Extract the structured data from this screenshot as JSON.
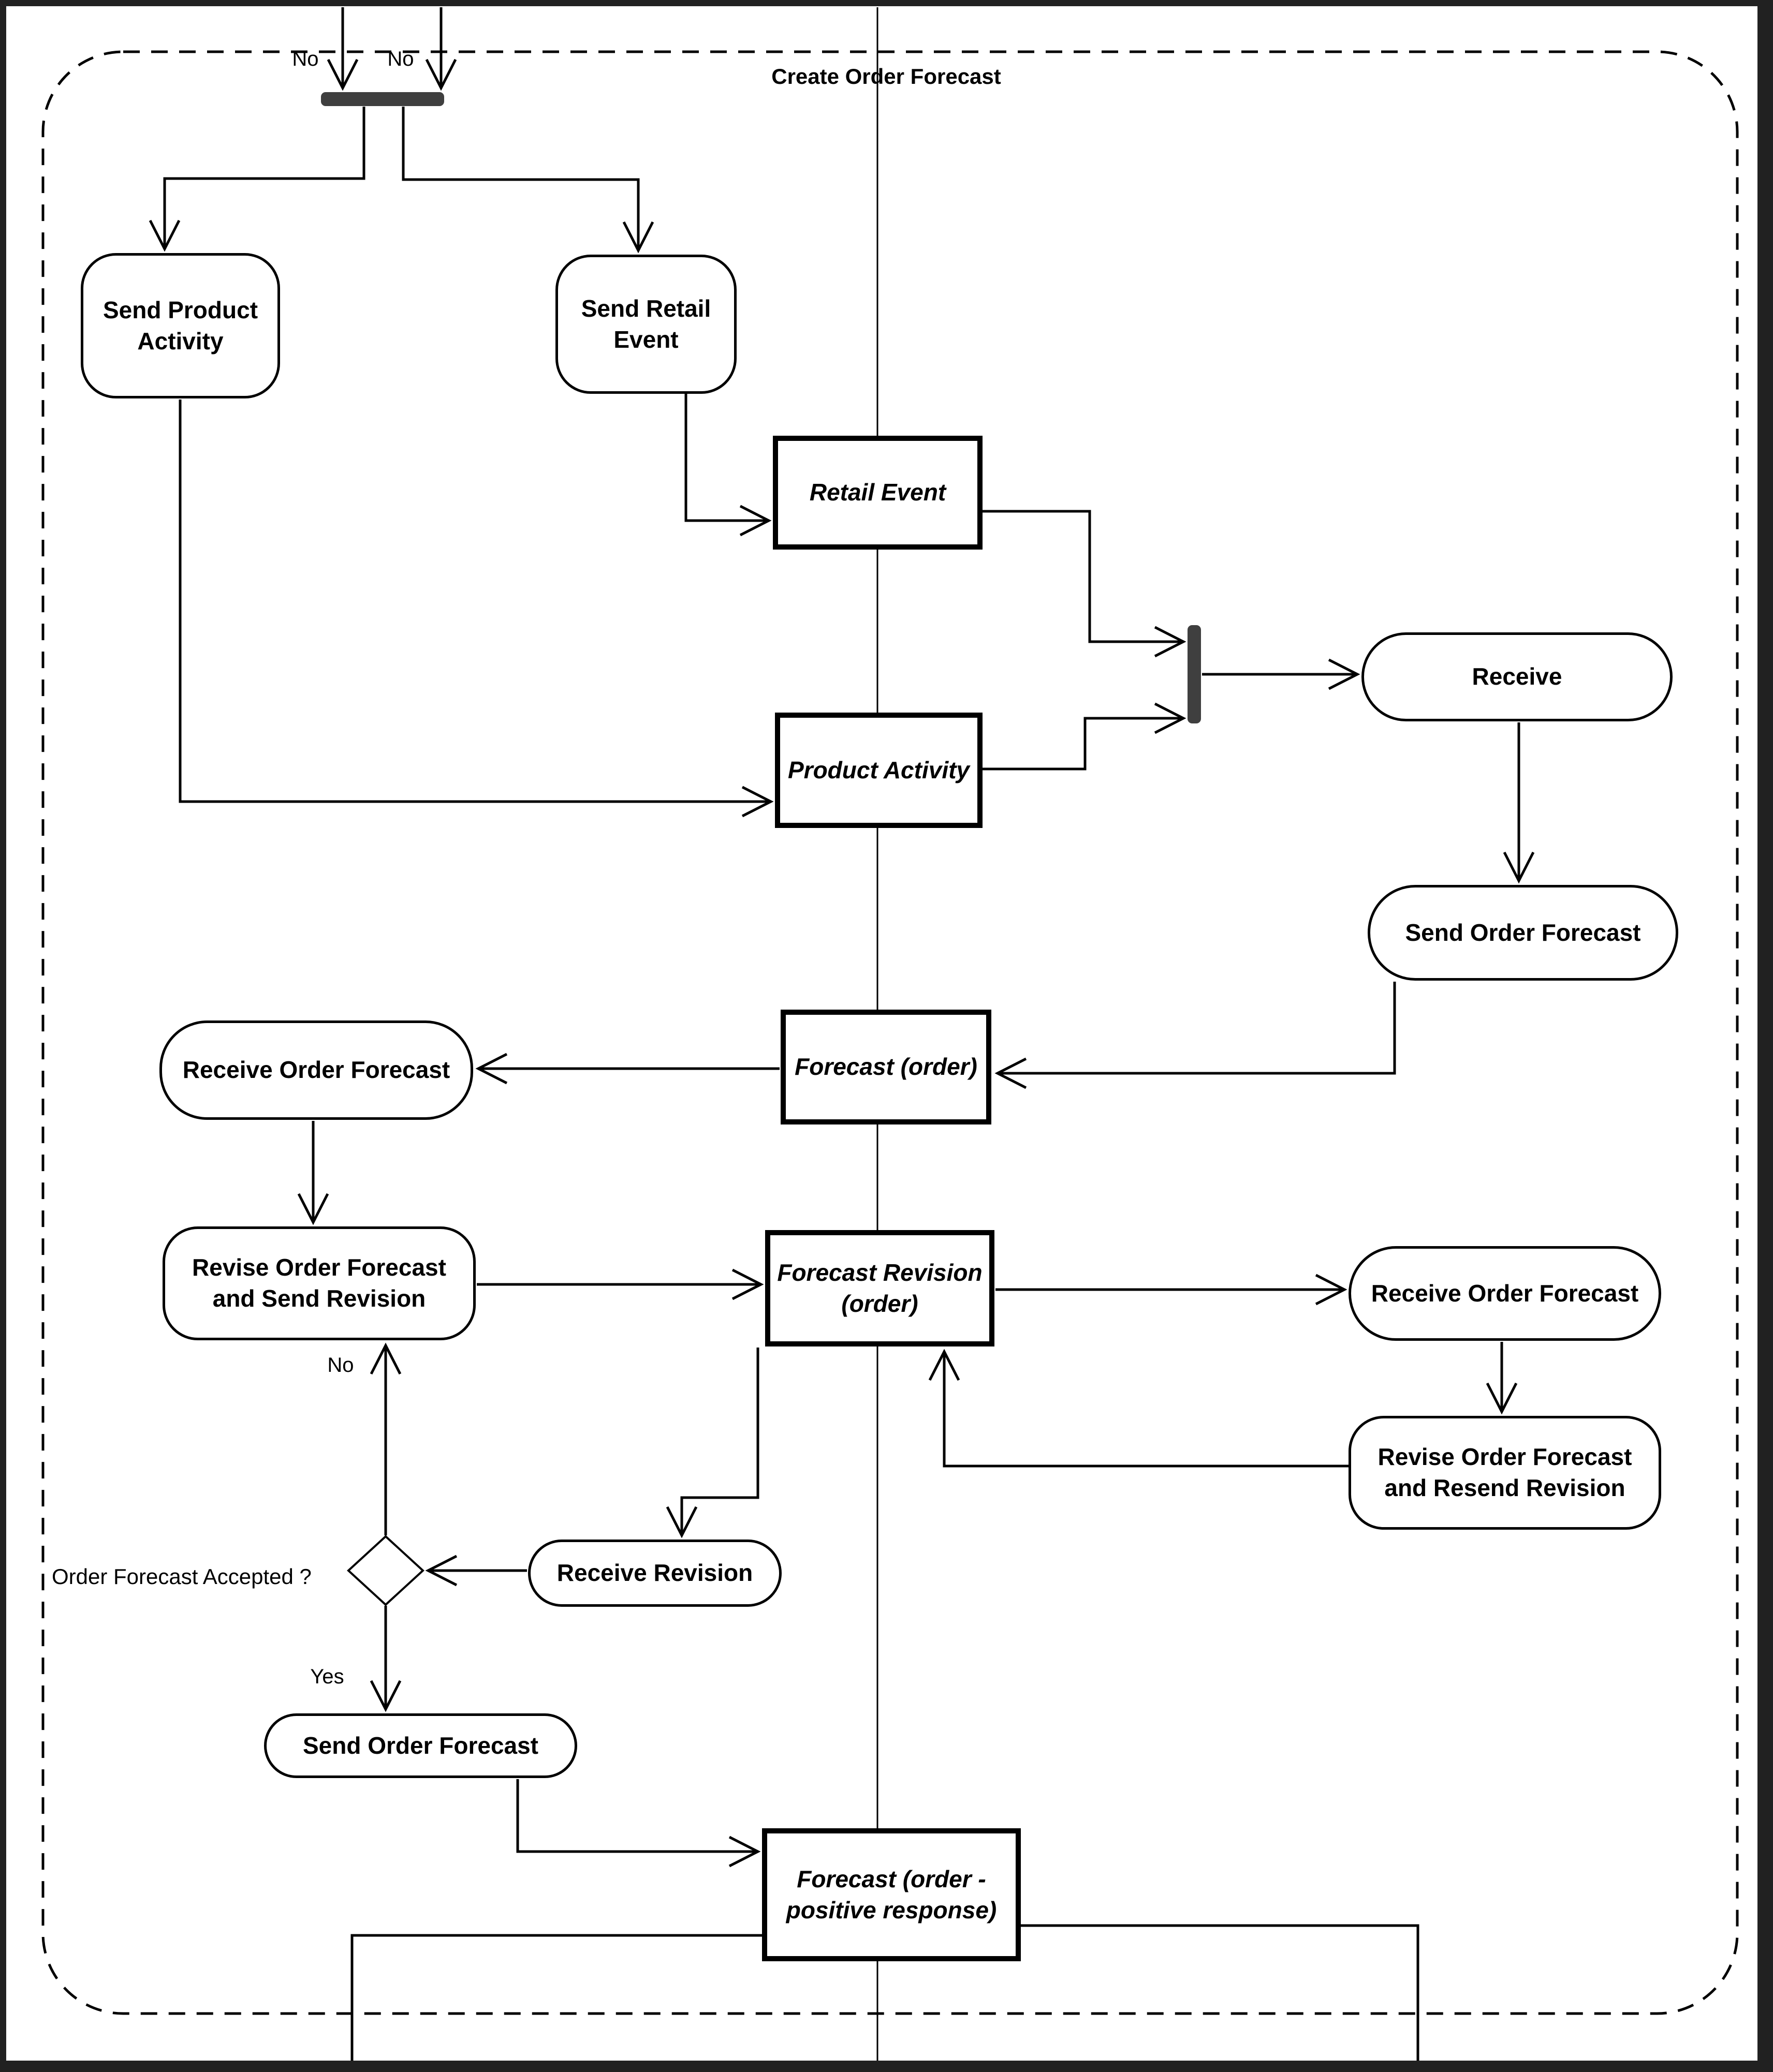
{
  "title": "Create Order Forecast",
  "colors": {
    "bar_fill": "#3f3f3f",
    "line": "#000000",
    "background": "#ffffff"
  },
  "nodes": {
    "send_product_activity": {
      "label": "Send Product\nActivity",
      "type": "activity"
    },
    "send_retail_event": {
      "label": "Send Retail\nEvent",
      "type": "activity"
    },
    "retail_event": {
      "label": "Retail Event",
      "type": "object"
    },
    "product_activity": {
      "label": "Product Activity",
      "type": "object"
    },
    "receive": {
      "label": "Receive",
      "type": "activity"
    },
    "send_order_forecast_right": {
      "label": "Send Order Forecast",
      "type": "activity"
    },
    "forecast_order": {
      "label": "Forecast (order)",
      "type": "object"
    },
    "receive_order_forecast_left": {
      "label": "Receive Order Forecast",
      "type": "activity"
    },
    "revise_send": {
      "label": "Revise Order Forecast\nand Send Revision",
      "type": "activity"
    },
    "forecast_revision": {
      "label": "Forecast Revision\n(order)",
      "type": "object"
    },
    "receive_order_forecast_right": {
      "label": "Receive Order Forecast",
      "type": "activity"
    },
    "revise_resend": {
      "label": "Revise Order Forecast\nand Resend Revision",
      "type": "activity"
    },
    "receive_revision": {
      "label": "Receive Revision",
      "type": "activity"
    },
    "send_order_forecast_bottom": {
      "label": "Send Order Forecast",
      "type": "activity"
    },
    "forecast_positive": {
      "label": "Forecast (order -\npositive response)",
      "type": "object"
    }
  },
  "edge_labels": {
    "no_top_left": "No",
    "no_top_right": "No",
    "decision_no": "No",
    "decision_yes": "Yes",
    "decision_question": "Order Forecast Accepted ?"
  }
}
